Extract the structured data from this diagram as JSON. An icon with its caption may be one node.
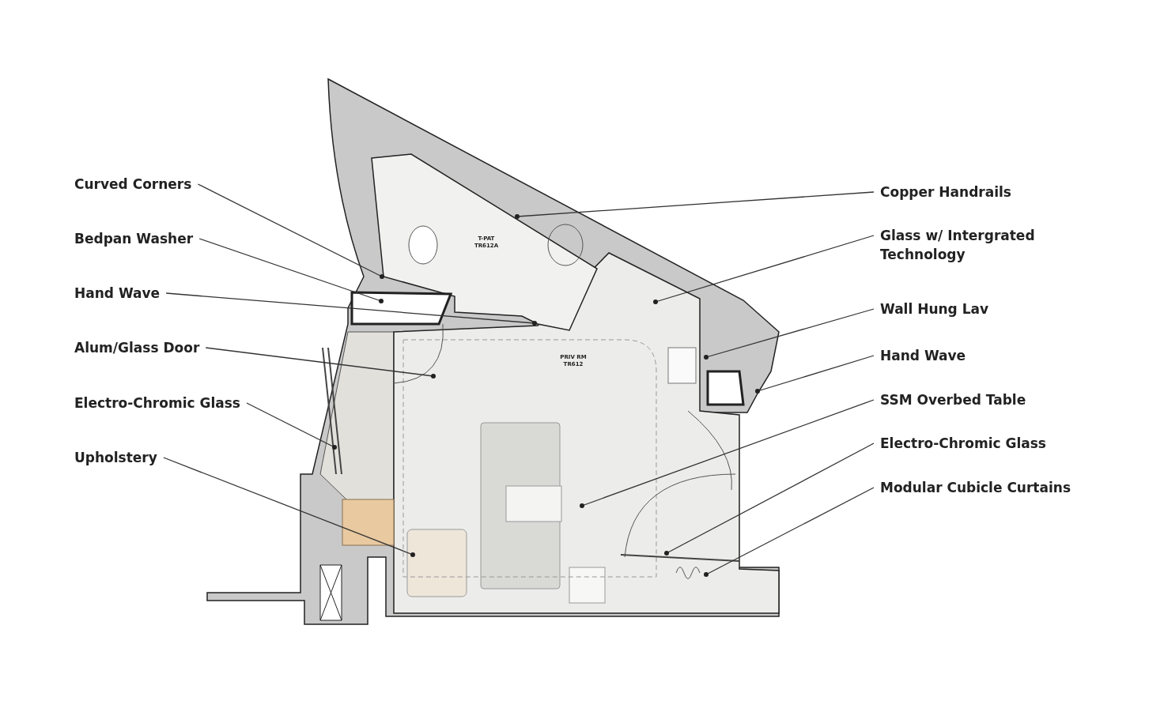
{
  "diagram": {
    "nodes": [
      {
        "text": [
          "Curved Corners"
        ]
      },
      {
        "text": [
          "Bedpan Washer"
        ]
      },
      {
        "text": [
          "Hand Wave"
        ]
      },
      {
        "text": [
          "Alum/Glass Door"
        ]
      },
      {
        "text": [
          "Electro-Chromic Glass"
        ]
      },
      {
        "text": [
          "Upholstery"
        ]
      },
      {
        "text": [
          "Copper Handrails"
        ]
      },
      {
        "text": [
          "Glass w/ Intergrated Technology"
        ]
      },
      {
        "text": [
          "Wall Hung Lav"
        ]
      },
      {
        "text": [
          "Hand Wave"
        ]
      },
      {
        "text": [
          "SSM Overbed Table"
        ]
      },
      {
        "text": [
          "Electro-Chromic Glass"
        ]
      },
      {
        "text": [
          "Modular Cubicle Curtains"
        ]
      }
    ],
    "edges": [
      {
        "from": 0,
        "to": null,
        "arrow": "other"
      },
      {
        "from": 1,
        "to": null,
        "arrow": "other"
      },
      {
        "from": 2,
        "to": null,
        "arrow": "other"
      },
      {
        "from": 3,
        "to": null,
        "arrow": "other"
      },
      {
        "from": 4,
        "to": null,
        "arrow": "other"
      },
      {
        "from": 5,
        "to": null,
        "arrow": "other"
      },
      {
        "from": 6,
        "to": null,
        "arrow": "other"
      },
      {
        "from": 7,
        "to": null,
        "arrow": "other"
      },
      {
        "from": 8,
        "to": null,
        "arrow": "other"
      },
      {
        "from": 9,
        "to": null,
        "arrow": "other"
      },
      {
        "from": 10,
        "to": null,
        "arrow": "other"
      },
      {
        "from": 11,
        "to": null,
        "arrow": "other"
      },
      {
        "from": 12,
        "to": null,
        "arrow": "other"
      }
    ],
    "labels": [
      "T-PAT TR612A",
      "PRIV RM TR612"
    ]
  }
}
